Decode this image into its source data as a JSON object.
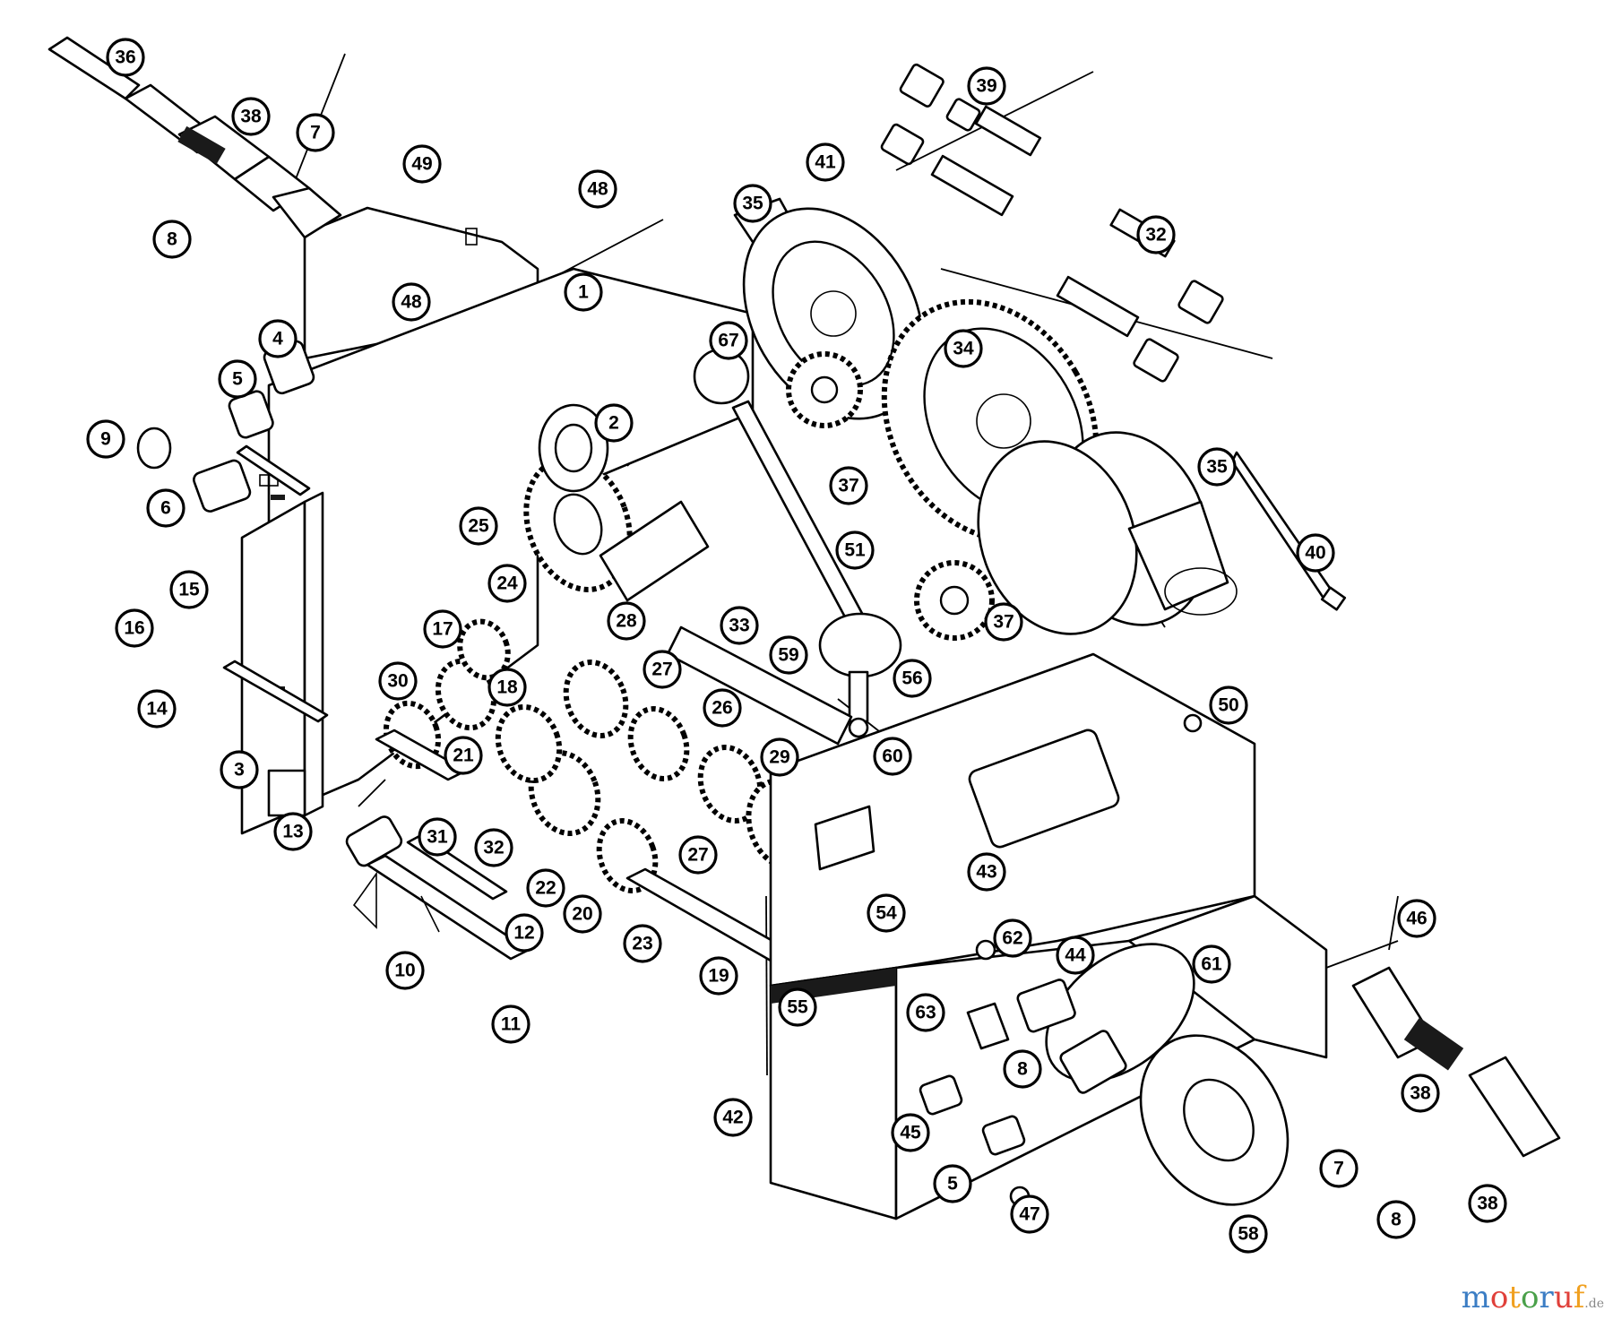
{
  "diagram": {
    "callouts": [
      {
        "label": "36"
      },
      {
        "label": "38"
      },
      {
        "label": "7"
      },
      {
        "label": "49"
      },
      {
        "label": "8"
      },
      {
        "label": "48"
      },
      {
        "label": "1"
      },
      {
        "label": "48"
      },
      {
        "label": "4"
      },
      {
        "label": "5"
      },
      {
        "label": "9"
      },
      {
        "label": "6"
      },
      {
        "label": "2"
      },
      {
        "label": "67"
      },
      {
        "label": "25"
      },
      {
        "label": "24"
      },
      {
        "label": "15"
      },
      {
        "label": "16"
      },
      {
        "label": "17"
      },
      {
        "label": "14"
      },
      {
        "label": "30"
      },
      {
        "label": "18"
      },
      {
        "label": "28"
      },
      {
        "label": "27"
      },
      {
        "label": "33"
      },
      {
        "label": "21"
      },
      {
        "label": "3"
      },
      {
        "label": "26"
      },
      {
        "label": "13"
      },
      {
        "label": "31"
      },
      {
        "label": "32"
      },
      {
        "label": "22"
      },
      {
        "label": "20"
      },
      {
        "label": "23"
      },
      {
        "label": "27"
      },
      {
        "label": "29"
      },
      {
        "label": "12"
      },
      {
        "label": "10"
      },
      {
        "label": "11"
      },
      {
        "label": "19"
      },
      {
        "label": "39"
      },
      {
        "label": "41"
      },
      {
        "label": "35"
      },
      {
        "label": "32"
      },
      {
        "label": "34"
      },
      {
        "label": "37"
      },
      {
        "label": "35"
      },
      {
        "label": "51"
      },
      {
        "label": "40"
      },
      {
        "label": "37"
      },
      {
        "label": "59"
      },
      {
        "label": "56"
      },
      {
        "label": "50"
      },
      {
        "label": "60"
      },
      {
        "label": "43"
      },
      {
        "label": "54"
      },
      {
        "label": "55"
      },
      {
        "label": "62"
      },
      {
        "label": "44"
      },
      {
        "label": "61"
      },
      {
        "label": "46"
      },
      {
        "label": "63"
      },
      {
        "label": "8"
      },
      {
        "label": "42"
      },
      {
        "label": "45"
      },
      {
        "label": "5"
      },
      {
        "label": "47"
      },
      {
        "label": "58"
      },
      {
        "label": "7"
      },
      {
        "label": "38"
      },
      {
        "label": "8"
      },
      {
        "label": "38"
      }
    ]
  },
  "watermark": {
    "letters": [
      {
        "ch": "m",
        "color": "#3b7dc4"
      },
      {
        "ch": "o",
        "color": "#e0403a"
      },
      {
        "ch": "t",
        "color": "#f0a020"
      },
      {
        "ch": "o",
        "color": "#4aa04a"
      },
      {
        "ch": "r",
        "color": "#3b7dc4"
      },
      {
        "ch": "u",
        "color": "#e0403a"
      },
      {
        "ch": "f",
        "color": "#f0a020"
      }
    ],
    "suffix": ".de"
  }
}
